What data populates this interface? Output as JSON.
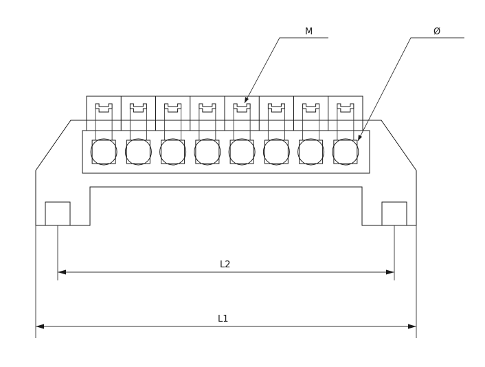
{
  "labels": {
    "screw_thread": "M",
    "hole_diameter": "Ø",
    "mount_spacing": "L2",
    "overall_length": "L1"
  },
  "terminal_count": 8,
  "colors": {
    "line": "#1a1a1a",
    "background": "#ffffff"
  }
}
